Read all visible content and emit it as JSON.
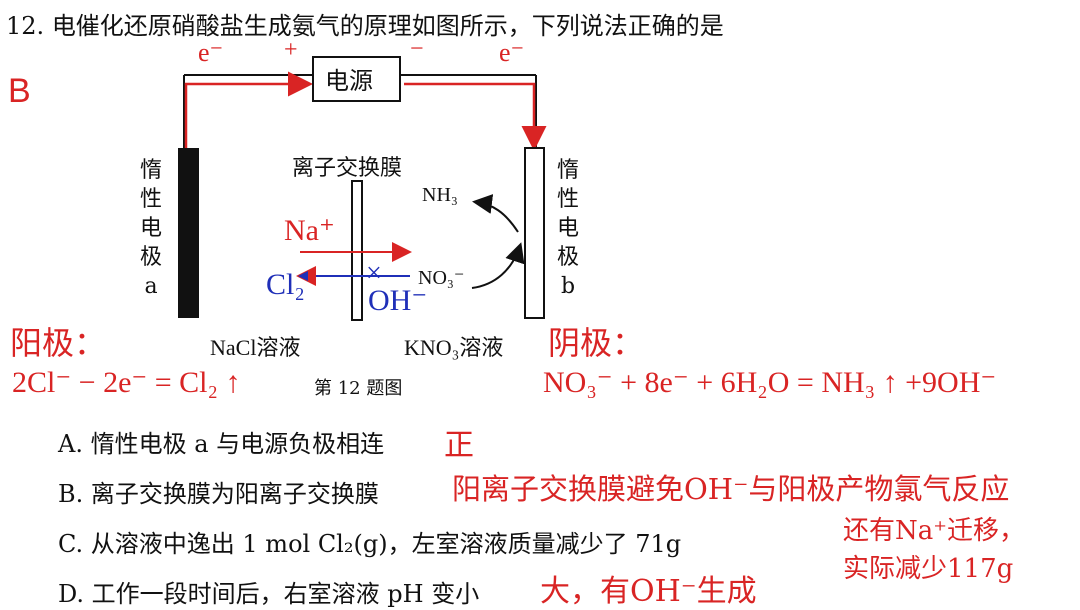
{
  "question": {
    "number": "12.",
    "stem": "电催化还原硝酸盐生成氨气的原理如图所示，下列说法正确的是",
    "answer_mark": "B"
  },
  "diagram": {
    "power_source": "电源",
    "plus_sign": "+",
    "minus_sign": "−",
    "electron_left": "e⁻",
    "electron_right": "e⁻",
    "left_electrode": [
      "惰",
      "性",
      "电",
      "极",
      "a"
    ],
    "right_electrode": [
      "惰",
      "性",
      "电",
      "极",
      "b"
    ],
    "membrane_label": "离子交换膜",
    "na_ion": "Na⁺",
    "oh_ion": "OH⁻",
    "cl2": "Cl₂",
    "nh3": "NH₃",
    "no3": "NO₃⁻",
    "left_solution": "NaCl溶液",
    "right_solution": "KNO₃溶液",
    "caption": "第 12 题图",
    "x_mark": "×"
  },
  "annotations": {
    "anode_label": "阳极：",
    "anode_equation": "2Cl⁻ − 2e⁻ = Cl₂ ↑",
    "cathode_label": "阴极：",
    "cathode_equation": "NO₃⁻ + 8e⁻ + 6H₂O = NH₃ ↑ +9OH⁻"
  },
  "options": [
    {
      "label": "A.",
      "text": "惰性电极 a 与电源负极相连",
      "note": "正"
    },
    {
      "label": "B.",
      "text": "离子交换膜为阳离子交换膜",
      "note": "阳离子交换膜避免OH⁻与阳极产物氯气反应"
    },
    {
      "label": "C.",
      "text": "从溶液中逸出 1 mol Cl₂(g)，左室溶液质量减少了 71g",
      "note_line1": "还有Na⁺迁移，",
      "note_line2": "实际减少117g"
    },
    {
      "label": "D.",
      "text": "工作一段时间后，右室溶液 pH 变小",
      "note": "大，有OH⁻生成"
    }
  ]
}
